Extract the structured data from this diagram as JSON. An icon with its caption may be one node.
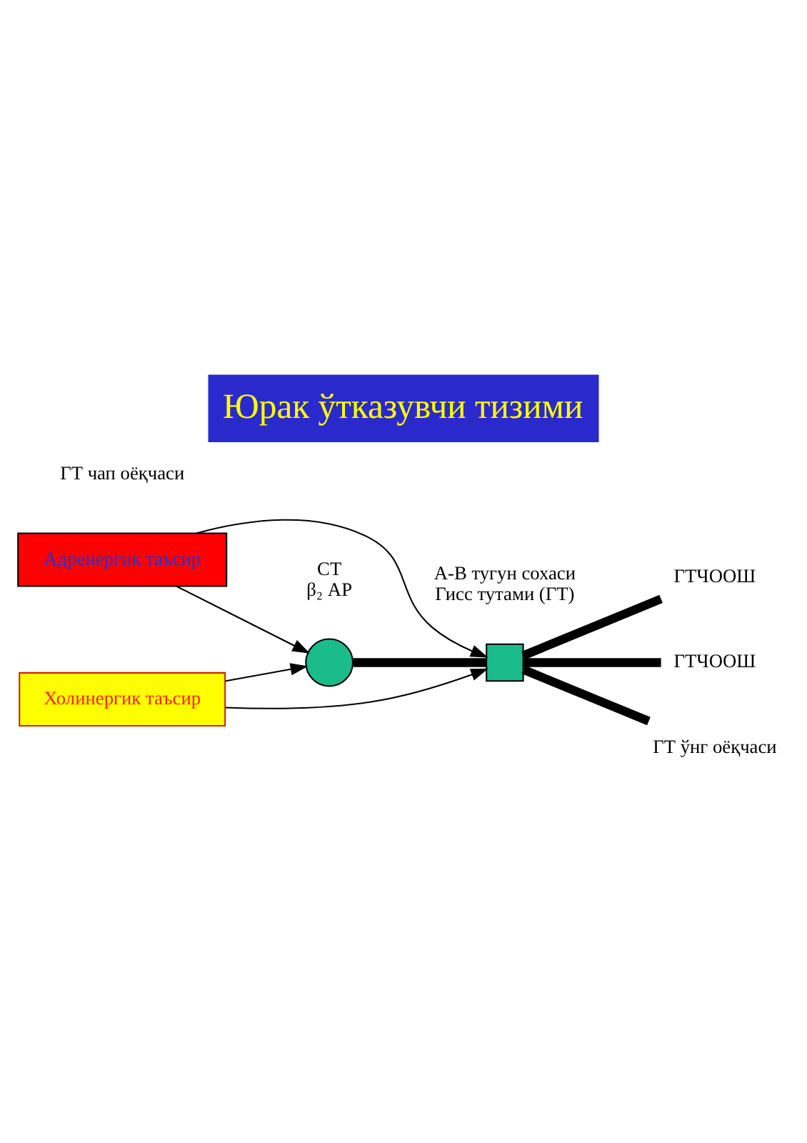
{
  "diagram": {
    "title": "Юрак ўтказувчи тизими",
    "nodes": [
      {
        "text": [],
        "shape": "circle",
        "beside": [
          "СТ",
          "β₂ AP"
        ]
      },
      {
        "text": [],
        "shape": "box",
        "beside": [
          "А-В тугун сохаси",
          "Гисс тутами (ГТ)"
        ]
      },
      {
        "text": [
          "Адренергик таъсир"
        ]
      },
      {
        "text": [
          "Холинергик таъсир"
        ]
      },
      {
        "text": [
          "ГТЧООШ"
        ]
      },
      {
        "text": [
          "ГТЧООШ"
        ]
      },
      {
        "text": [
          "ГТ ўнг оёқчаси"
        ]
      }
    ],
    "edges": [
      {
        "from": 2,
        "to": 0,
        "arrow": "to"
      },
      {
        "from": 2,
        "to": 1,
        "arrow": "to"
      },
      {
        "from": 3,
        "to": 0,
        "arrow": "to"
      },
      {
        "from": 3,
        "to": 1,
        "arrow": "to"
      },
      {
        "from": 0,
        "to": 1,
        "arrow": "none",
        "style": "thick"
      },
      {
        "from": 1,
        "to": 4,
        "arrow": "none",
        "style": "thick"
      },
      {
        "from": 1,
        "to": 5,
        "arrow": "none",
        "style": "thick"
      },
      {
        "from": 1,
        "to": 6,
        "arrow": "none",
        "style": "thick"
      }
    ],
    "labels": [
      "ГТ чап оёқчаси"
    ]
  }
}
